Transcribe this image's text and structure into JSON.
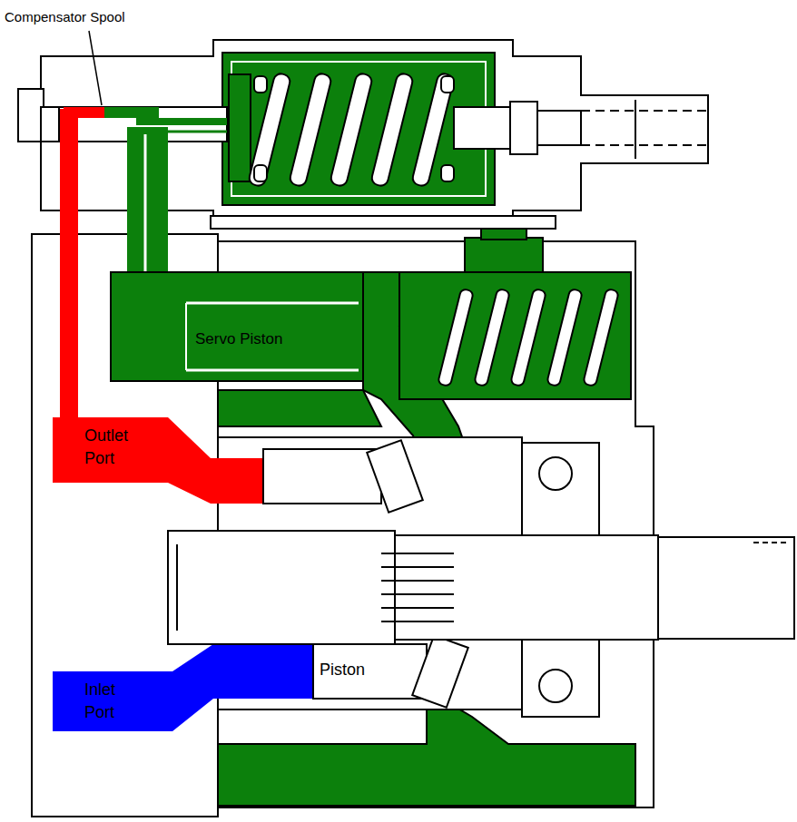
{
  "diagram": {
    "labels": [
      "Compensator Spool",
      "Servo Piston",
      "Outlet Port",
      "Piston",
      "Inlet Port"
    ]
  }
}
